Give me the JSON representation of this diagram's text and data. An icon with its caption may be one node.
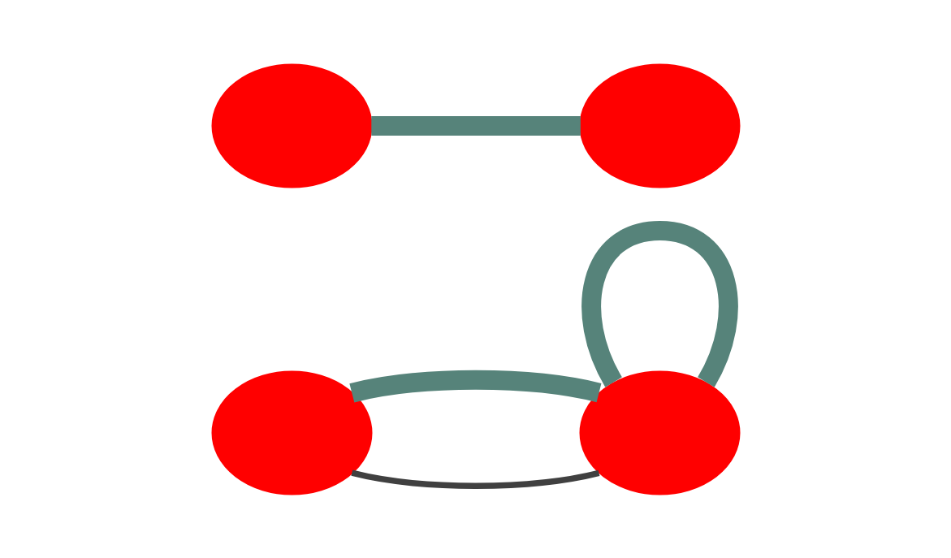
{
  "diagram": {
    "nodes": [
      {
        "text": [],
        "shape": "ellipse"
      },
      {
        "text": [],
        "shape": "ellipse"
      },
      {
        "text": [],
        "shape": "ellipse"
      },
      {
        "text": [],
        "shape": "ellipse"
      }
    ],
    "edges": [
      {
        "from": 0,
        "to": 1,
        "arrow": "none",
        "color": "#404040"
      },
      {
        "from": 0,
        "to": 1,
        "arrow": "none"
      },
      {
        "from": 1,
        "to": 1,
        "arrow": "none"
      },
      {
        "from": 2,
        "to": 3,
        "arrow": "none"
      }
    ]
  }
}
